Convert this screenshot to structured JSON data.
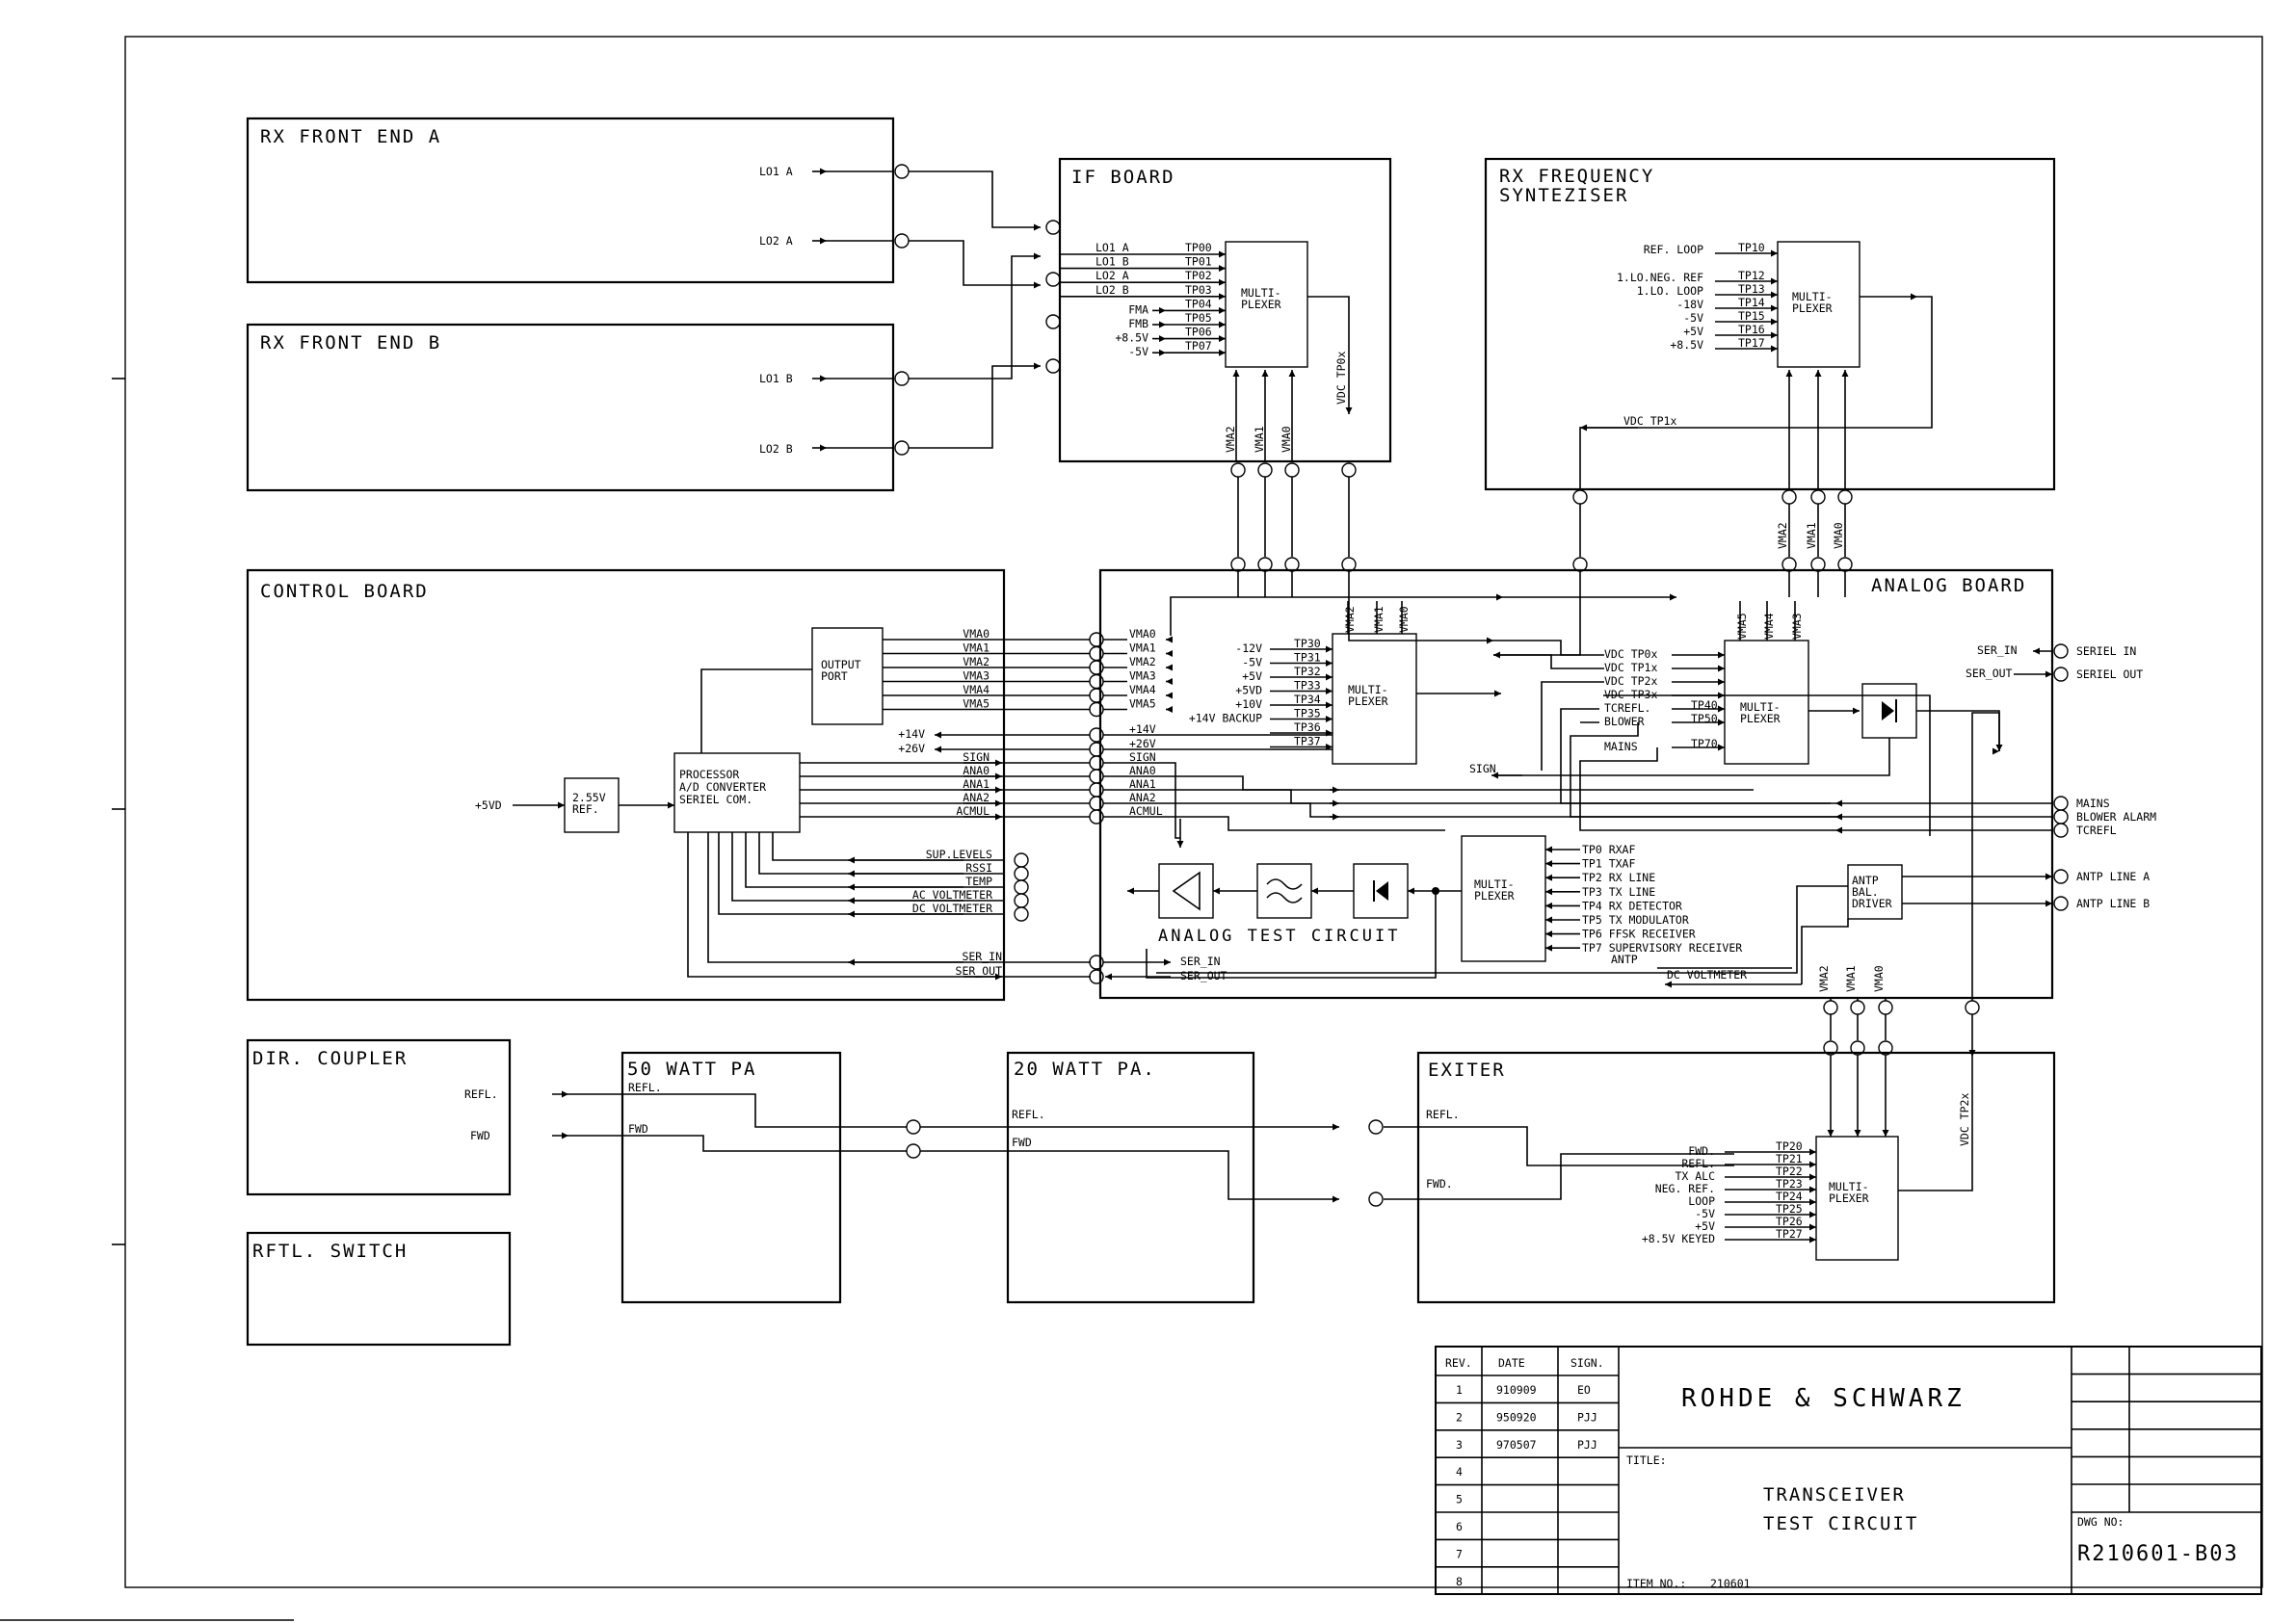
{
  "blocks": {
    "rx_front_end_a": {
      "title": "RX FRONT END A",
      "ports": [
        "LO1 A",
        "LO2 A"
      ]
    },
    "rx_front_end_b": {
      "title": "RX FRONT END B",
      "ports": [
        "LO1 B",
        "LO2 B"
      ]
    },
    "if_board": {
      "title": "IF BOARD",
      "mux": "MULTI-\nPLEXER",
      "inputs": [
        "LO1 A",
        "LO1 B",
        "LO2 A",
        "LO2 B",
        "FMA",
        "FMB",
        "+8.5V",
        "-5V"
      ],
      "tps": [
        "TP00",
        "TP01",
        "TP02",
        "TP03",
        "TP04",
        "TP05",
        "TP06",
        "TP07"
      ],
      "vma": [
        "VMA2",
        "VMA1",
        "VMA0"
      ],
      "vdc": "VDC TP0x"
    },
    "rx_synth": {
      "title": "RX FREQUENCY\nSYNTEZISER",
      "mux": "MULTI-\nPLEXER",
      "inputs": [
        "REF. LOOP",
        "1.LO.NEG. REF",
        "1.LO. LOOP",
        "-18V",
        "-5V",
        "+5V",
        "+8.5V"
      ],
      "tps": [
        "TP10",
        "TP12",
        "TP13",
        "TP14",
        "TP15",
        "TP16",
        "TP17"
      ],
      "vdc": "VDC TP1x",
      "vma": [
        "VMA2",
        "VMA1",
        "VMA0"
      ]
    },
    "control_board": {
      "title": "CONTROL BOARD",
      "output_port": "OUTPUT\nPORT",
      "processor": "PROCESSOR\nA/D CONVERTER\nSERIEL COM.",
      "ref": "2.55V\nREF.",
      "ref_in": "+5VD",
      "vma_out": [
        "VMA0",
        "VMA1",
        "VMA2",
        "VMA3",
        "VMA4",
        "VMA5"
      ],
      "supplies": [
        "+14V",
        "+26V"
      ],
      "proc_signals": [
        "SIGN",
        "ANA0",
        "ANA1",
        "ANA2",
        "ACMUL"
      ],
      "returns": [
        "SUP.LEVELS",
        "RSSI",
        "TEMP",
        "AC VOLTMETER",
        "DC VOLTMETER"
      ],
      "serial": [
        "SER_IN",
        "SER_OUT"
      ]
    },
    "analog_board": {
      "title": "ANALOG BOARD",
      "vma_in": [
        "VMA0",
        "VMA1",
        "VMA2",
        "VMA3",
        "VMA4",
        "VMA5"
      ],
      "supplies": [
        "+14V",
        "+26V"
      ],
      "signals": [
        "SIGN",
        "ANA0",
        "ANA1",
        "ANA2",
        "ACMUL"
      ],
      "serial": [
        "SER_IN",
        "SER_OUT"
      ],
      "mux1_vma": [
        "VMA2",
        "VMA1",
        "VMA0"
      ],
      "mux1_inputs": [
        "-12V",
        "-5V",
        "+5V",
        "+5VD",
        "+10V",
        "+14V BACKUP"
      ],
      "mux1_tps": [
        "TP30",
        "TP31",
        "TP32",
        "TP33",
        "TP34",
        "TP35",
        "TP36",
        "TP37"
      ],
      "mux2_vma": [
        "VMA5",
        "VMA4",
        "VMA3"
      ],
      "mux2_inputs": [
        "VDC TP0x",
        "VDC TP1x",
        "VDC TP2x",
        "VDC TP3x",
        "TCREFL.",
        "BLOWER",
        "MAINS"
      ],
      "mux2_tps": [
        "TP40",
        "TP50",
        "TP70"
      ],
      "mux3_tps": [
        "TP0 RXAF",
        "TP1 TXAF",
        "TP2 RX LINE",
        "TP3 TX LINE",
        "TP4 RX DETECTOR",
        "TP5 TX MODULATOR",
        "TP6 FFSK RECEIVER",
        "TP7 SUPERVISORY RECEIVER"
      ],
      "mux": "MULTI-\nPLEXER",
      "test_circuit": "ANALOG TEST CIRCUIT",
      "antp_driver": "ANTP\nBAL.\nDRIVER",
      "misc": [
        "SIGN",
        "ANTP",
        "DC VOLTMETER"
      ],
      "serial_right": [
        "SER_IN",
        "SER_OUT"
      ],
      "vma_out": [
        "VMA2",
        "VMA1",
        "VMA0"
      ]
    },
    "right_terminals": [
      "SERIEL IN",
      "SERIEL OUT",
      "MAINS",
      "BLOWER ALARM",
      "TCREFL",
      "ANTP LINE A",
      "ANTP LINE B"
    ],
    "dir_coupler": {
      "title": "DIR. COUPLER",
      "ports": [
        "REFL.",
        "FWD"
      ]
    },
    "pa50": {
      "title": "50 WATT PA",
      "ports": [
        "REFL.",
        "FWD"
      ]
    },
    "pa20": {
      "title": "20 WATT PA.",
      "ports": [
        "REFL.",
        "FWD"
      ]
    },
    "rftl_switch": {
      "title": "RFTL. SWITCH"
    },
    "exiter": {
      "title": "EXITER",
      "ports": [
        "REFL.",
        "FWD."
      ],
      "mux": "MULTI-\nPLEXER",
      "inputs": [
        "FWD.",
        "REFL.",
        "TX ALC",
        "NEG. REF.",
        "LOOP",
        "-5V",
        "+5V",
        "+8.5V KEYED"
      ],
      "tps": [
        "TP20",
        "TP21",
        "TP22",
        "TP23",
        "TP24",
        "TP25",
        "TP26",
        "TP27"
      ],
      "vma": [
        "VMA2",
        "VMA1",
        "VMA0"
      ],
      "vdc": "VDC TP2x"
    }
  },
  "title_block": {
    "company": "ROHDE & SCHWARZ",
    "title_label": "TITLE:",
    "title": "TRANSCEIVER\nTEST CIRCUIT",
    "item_label": "ITEM NO.:",
    "item_no": "210601",
    "dwg_label": "DWG NO:",
    "dwg_no": "R210601-B03",
    "headers": [
      "REV.",
      "DATE",
      "SIGN."
    ],
    "revisions": [
      {
        "rev": "1",
        "date": "910909",
        "sign": "EO"
      },
      {
        "rev": "2",
        "date": "950920",
        "sign": "PJJ"
      },
      {
        "rev": "3",
        "date": "970507",
        "sign": "PJJ"
      },
      {
        "rev": "4",
        "date": "",
        "sign": ""
      },
      {
        "rev": "5",
        "date": "",
        "sign": ""
      },
      {
        "rev": "6",
        "date": "",
        "sign": ""
      },
      {
        "rev": "7",
        "date": "",
        "sign": ""
      },
      {
        "rev": "8",
        "date": "",
        "sign": ""
      }
    ]
  }
}
